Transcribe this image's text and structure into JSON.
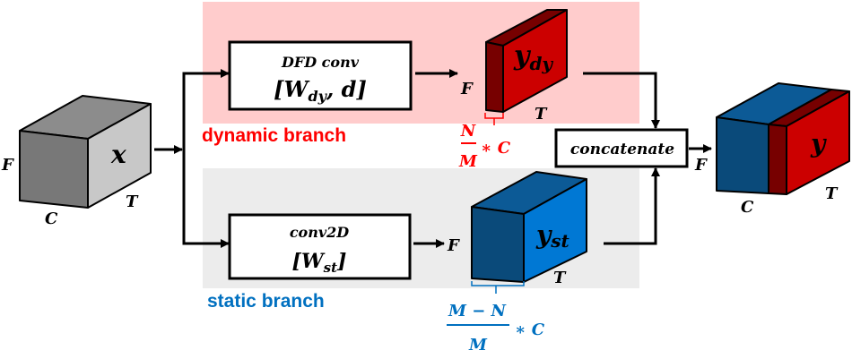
{
  "colors": {
    "dynamic_region": "#ffcccc",
    "static_region": "#ececec",
    "dynamic_label": "#ff0000",
    "static_label": "#0070c0",
    "red_face": "#cc0000",
    "dark_red_face": "#770000",
    "blue_front": "#0a4a7a",
    "blue_top": "#0c5a96",
    "blue_side": "#0078d4",
    "gray_front": "#787878",
    "gray_top": "#8c8c8c",
    "gray_side": "#c8c8c8"
  },
  "input_tensor": {
    "symbol": "x",
    "dim_f": "F",
    "dim_c": "C",
    "dim_t": "T"
  },
  "dynamic_branch": {
    "label": "dynamic branch",
    "block_title": "DFD conv",
    "block_params_open": "[W",
    "block_params_sub": "dy",
    "block_params_close": ", d]",
    "output_symbol": "y",
    "output_subscript": "dy",
    "dim_f": "F",
    "dim_t": "T",
    "channels_numerator": "N",
    "channels_denominator": "M",
    "channels_multiplier": "∗ C"
  },
  "static_branch": {
    "label": "static branch",
    "block_title": "conv2D",
    "block_params_open": "[W",
    "block_params_sub": "st",
    "block_params_close": "]",
    "output_symbol": "y",
    "output_subscript": "st",
    "dim_f": "F",
    "dim_t": "T",
    "channels_numerator": "M − N",
    "channels_denominator": "M",
    "channels_multiplier": "∗ C"
  },
  "merge": {
    "label": "concatenate"
  },
  "output_tensor": {
    "symbol": "y",
    "dim_f": "F",
    "dim_c": "C",
    "dim_t": "T"
  }
}
